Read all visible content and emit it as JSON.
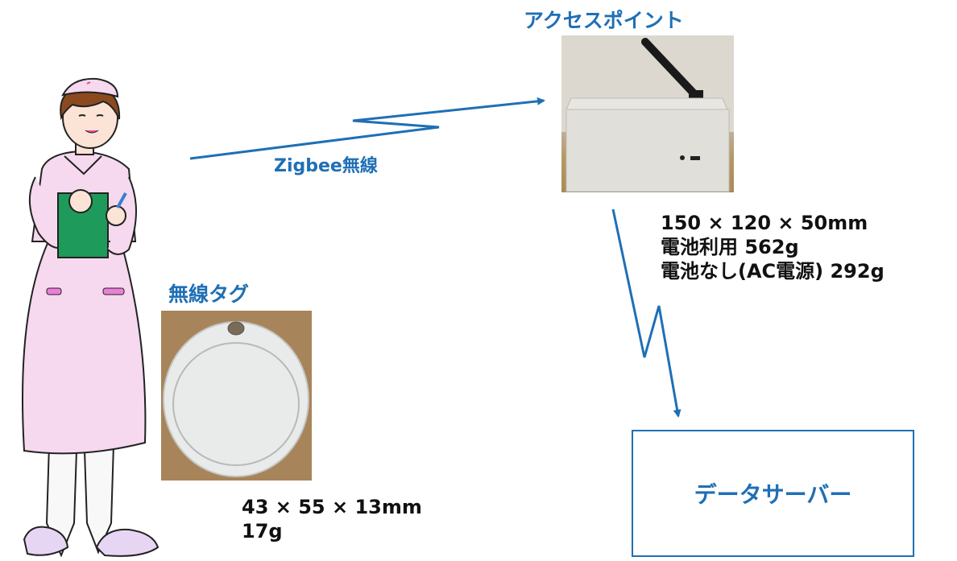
{
  "access_point": {
    "title": "アクセスポイント",
    "specs": [
      "150 × 120 × 50mm",
      "電池利用 562g",
      "電池なし(AC電源) 292g"
    ]
  },
  "tag": {
    "title": "無線タグ",
    "specs": [
      "43 × 55 × 13mm",
      "17g"
    ]
  },
  "link_label": "Zigbee無線",
  "server": {
    "label": "データサーバー"
  },
  "colors": {
    "accent_blue": "#1f6fb5",
    "text_black": "#111111",
    "nurse_pink": "#f6d9ee",
    "clipboard_green": "#1e9a5a"
  }
}
